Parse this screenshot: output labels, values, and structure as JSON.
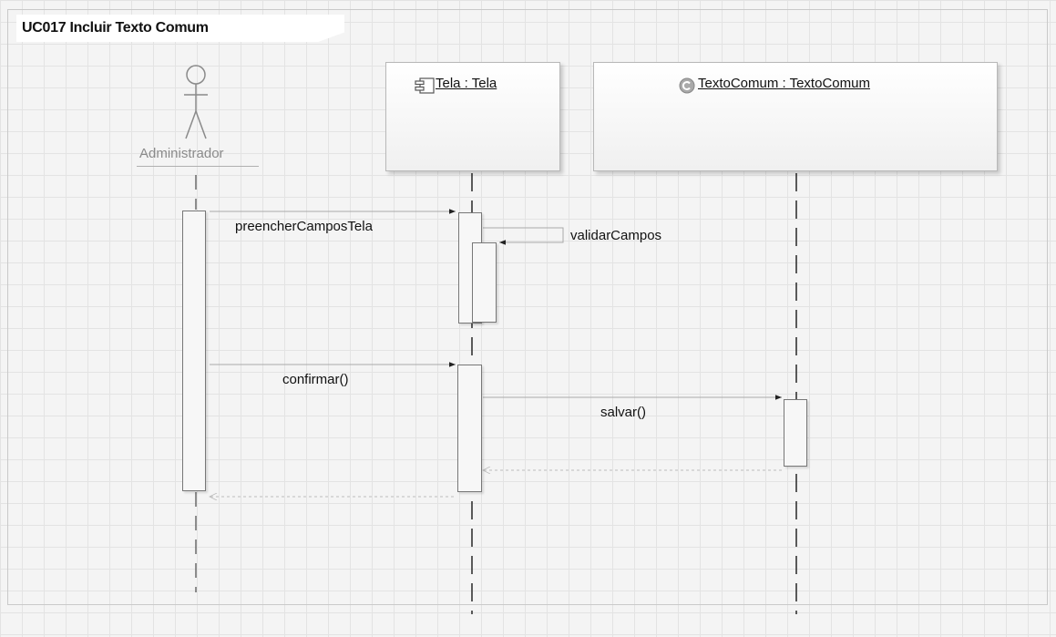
{
  "diagram": {
    "title": "UC017 Incluir Texto Comum",
    "actor": {
      "label": "Administrador",
      "icon": "stick-figure-icon"
    },
    "lifelines": [
      {
        "label": "Tela : Tela",
        "icon": "component-icon"
      },
      {
        "label": "TextoComum : TextoComum",
        "icon": "class-icon"
      }
    ],
    "messages": [
      {
        "label": "preencherCamposTela",
        "from": "Administrador",
        "to": "Tela",
        "kind": "sync"
      },
      {
        "label": "validarCampos",
        "from": "Tela",
        "to": "Tela",
        "kind": "self"
      },
      {
        "label": "confirmar()",
        "from": "Administrador",
        "to": "Tela",
        "kind": "sync"
      },
      {
        "label": "salvar()",
        "from": "Tela",
        "to": "TextoComum",
        "kind": "sync"
      },
      {
        "label": "",
        "from": "TextoComum",
        "to": "Tela",
        "kind": "return"
      },
      {
        "label": "",
        "from": "Tela",
        "to": "Administrador",
        "kind": "return"
      }
    ],
    "colors": {
      "line": "#555555",
      "message_line": "#9a9a9a",
      "actor_text": "#8a8a8a",
      "class_icon": "#9a9a9a"
    }
  }
}
